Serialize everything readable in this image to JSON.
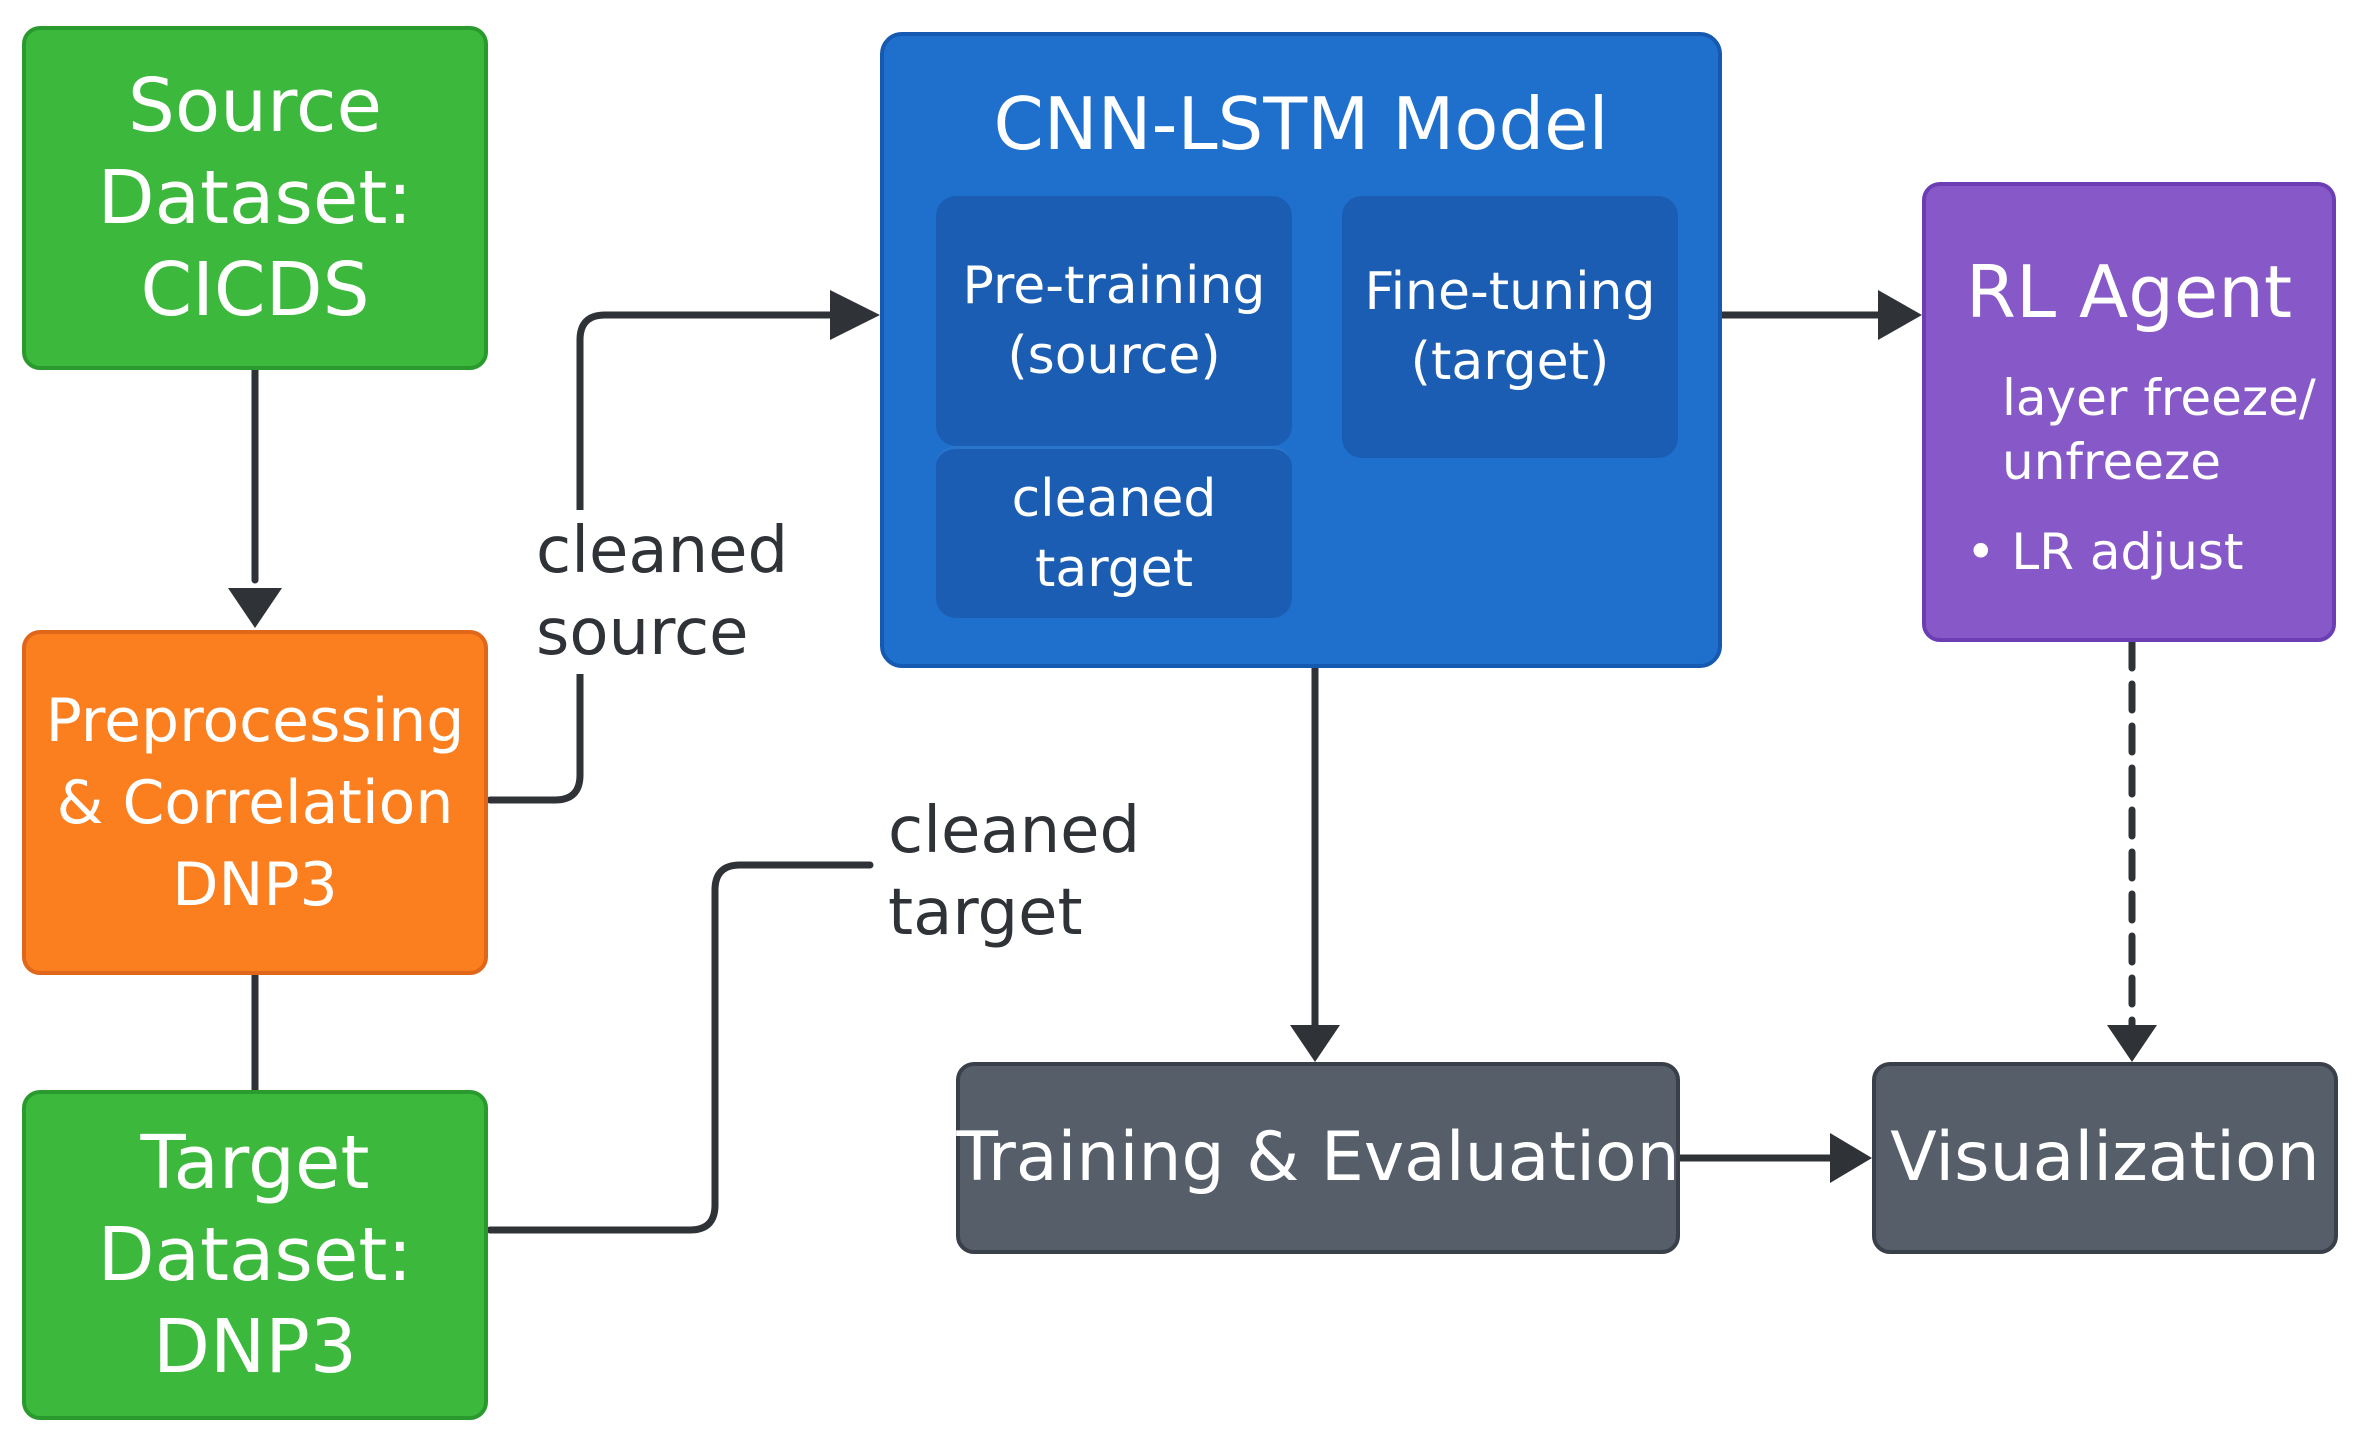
{
  "nodes": {
    "source_dataset": {
      "lines": [
        "Source",
        "Dataset:",
        "CICDS"
      ],
      "color": "#3cb93c"
    },
    "preprocessing": {
      "lines": [
        "Preprocessing",
        "& Correlation",
        "DNP3"
      ],
      "color": "#fb7e1f"
    },
    "target_dataset": {
      "lines": [
        "Target",
        "Dataset:",
        "DNP3"
      ],
      "color": "#3cb93c"
    },
    "cnn_lstm": {
      "title": "CNN-LSTM Model",
      "color": "#1f70cd",
      "pretraining": {
        "lines": [
          "Pre-training",
          "(source)"
        ]
      },
      "finetuning": {
        "lines": [
          "Fine-tuning",
          "(target)"
        ]
      },
      "cleaned_target": {
        "lines": [
          "cleaned",
          "target"
        ]
      }
    },
    "rl_agent": {
      "title": "RL Agent",
      "color": "#8758c8",
      "items": [
        "layer freeze/",
        "unfreeze",
        "• LR adjust"
      ]
    },
    "training_eval": {
      "label": "Training & Evaluation",
      "color": "#555e69"
    },
    "visualization": {
      "label": "Visualization",
      "color": "#555e69"
    }
  },
  "edge_labels": {
    "cleaned_source": [
      "cleaned",
      "source"
    ],
    "cleaned_target": [
      "cleaned",
      "target"
    ]
  }
}
